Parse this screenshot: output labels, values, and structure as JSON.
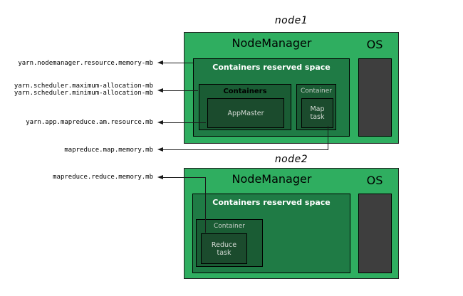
{
  "colors": {
    "node_green": "#2fae60",
    "reserved_green": "#1f7b45",
    "container_green": "#1a5c34",
    "task_green": "#1b4b2d",
    "os_gray": "#3e3e3e",
    "line_black": "#1a1a1a"
  },
  "config_labels": [
    "yarn.nodemanager.resource.memory-mb",
    "yarn.scheduler.maximum-allocation-mb",
    "yarn.scheduler.minimum-allocation-mb",
    "yarn.app.mapreduce.am.resource.mb",
    "mapreduce.map.memory.mb",
    "mapreduce.reduce.memory.mb"
  ],
  "node1": {
    "title": "node1",
    "nodemanager_label": "NodeManager",
    "os_label": "OS",
    "reserved_label": "Containers reserved space",
    "containers_label": "Containers",
    "appmaster_label": "AppMaster",
    "container_label": "Container",
    "task_line1": "Map",
    "task_line2": "task"
  },
  "node2": {
    "title": "node2",
    "nodemanager_label": "NodeManager",
    "os_label": "OS",
    "reserved_label": "Containers reserved space",
    "container_label": "Container",
    "task_line1": "Reduce",
    "task_line2": "task"
  }
}
